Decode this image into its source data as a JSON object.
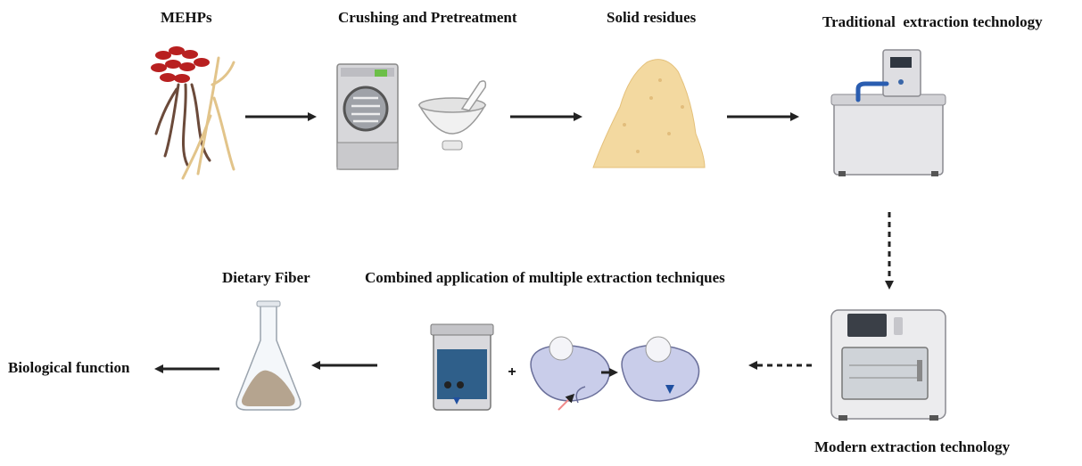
{
  "diagram": {
    "steps": {
      "mehps": "MEHPs",
      "crushing": "Crushing and Pretreatment",
      "residues": "Solid residues",
      "traditional": "Traditional  extraction technology",
      "modern": "Modern extraction technology",
      "combined": "Combined application of multiple extraction techniques",
      "fiber": "Dietary Fiber",
      "function": "Biological function"
    },
    "plus_sign": "+",
    "colors": {
      "arrow": "#222222",
      "powder": "#f3d9a0",
      "fiber_powder": "#b5a48f",
      "cell": "#c9cdea",
      "machine": "#e6e6e9",
      "accent_blue": "#2f5f8a"
    }
  }
}
